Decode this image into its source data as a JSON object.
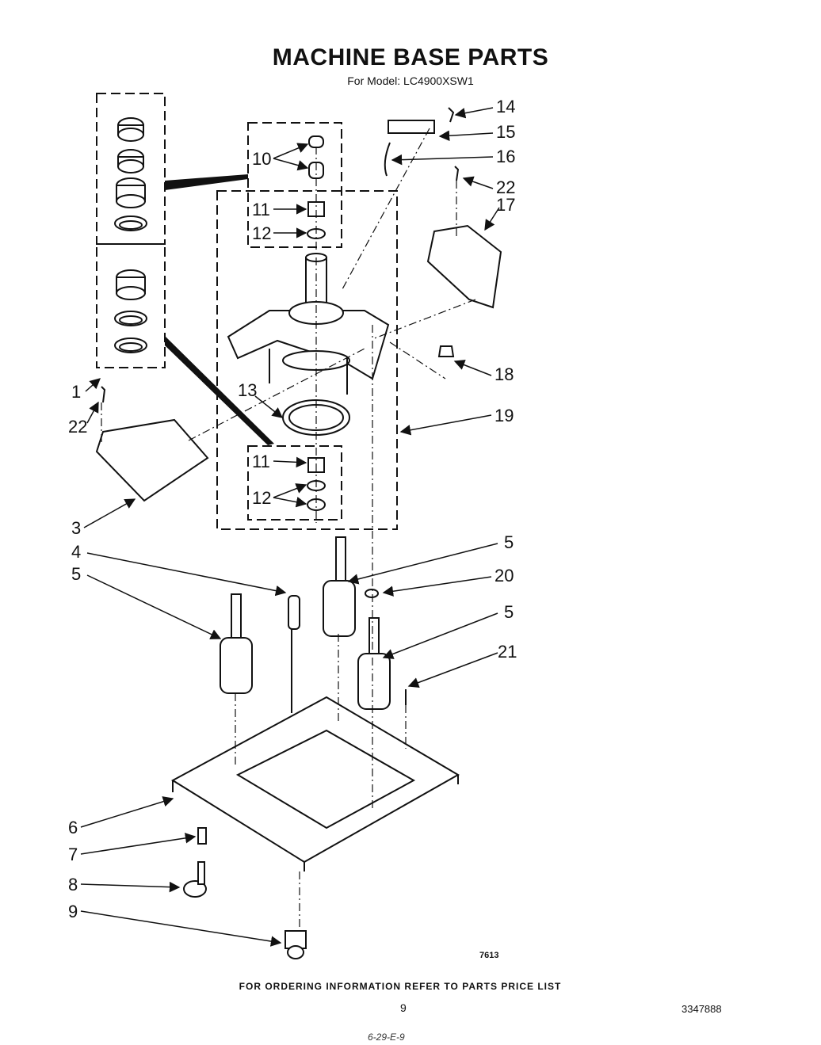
{
  "header": {
    "title": "MACHINE BASE PARTS",
    "subtitle": "For Model: LC4900XSW1"
  },
  "callouts": {
    "c1": "1",
    "c3": "3",
    "c4": "4",
    "c5a": "5",
    "c5b": "5",
    "c5c": "5",
    "c6": "6",
    "c7": "7",
    "c8": "8",
    "c9": "9",
    "c10": "10",
    "c11a": "11",
    "c11b": "11",
    "c12a": "12",
    "c12b": "12",
    "c13": "13",
    "c14": "14",
    "c15": "15",
    "c16": "16",
    "c17": "17",
    "c18": "18",
    "c19": "19",
    "c20": "20",
    "c21": "21",
    "c22a": "22",
    "c22b": "22"
  },
  "footer": {
    "figure_code": "7613",
    "ordering_info": "FOR ORDERING INFORMATION REFER TO PARTS PRICE LIST",
    "page_number": "9",
    "document_number": "3347888",
    "handwritten_note": "6-29-E-9"
  }
}
